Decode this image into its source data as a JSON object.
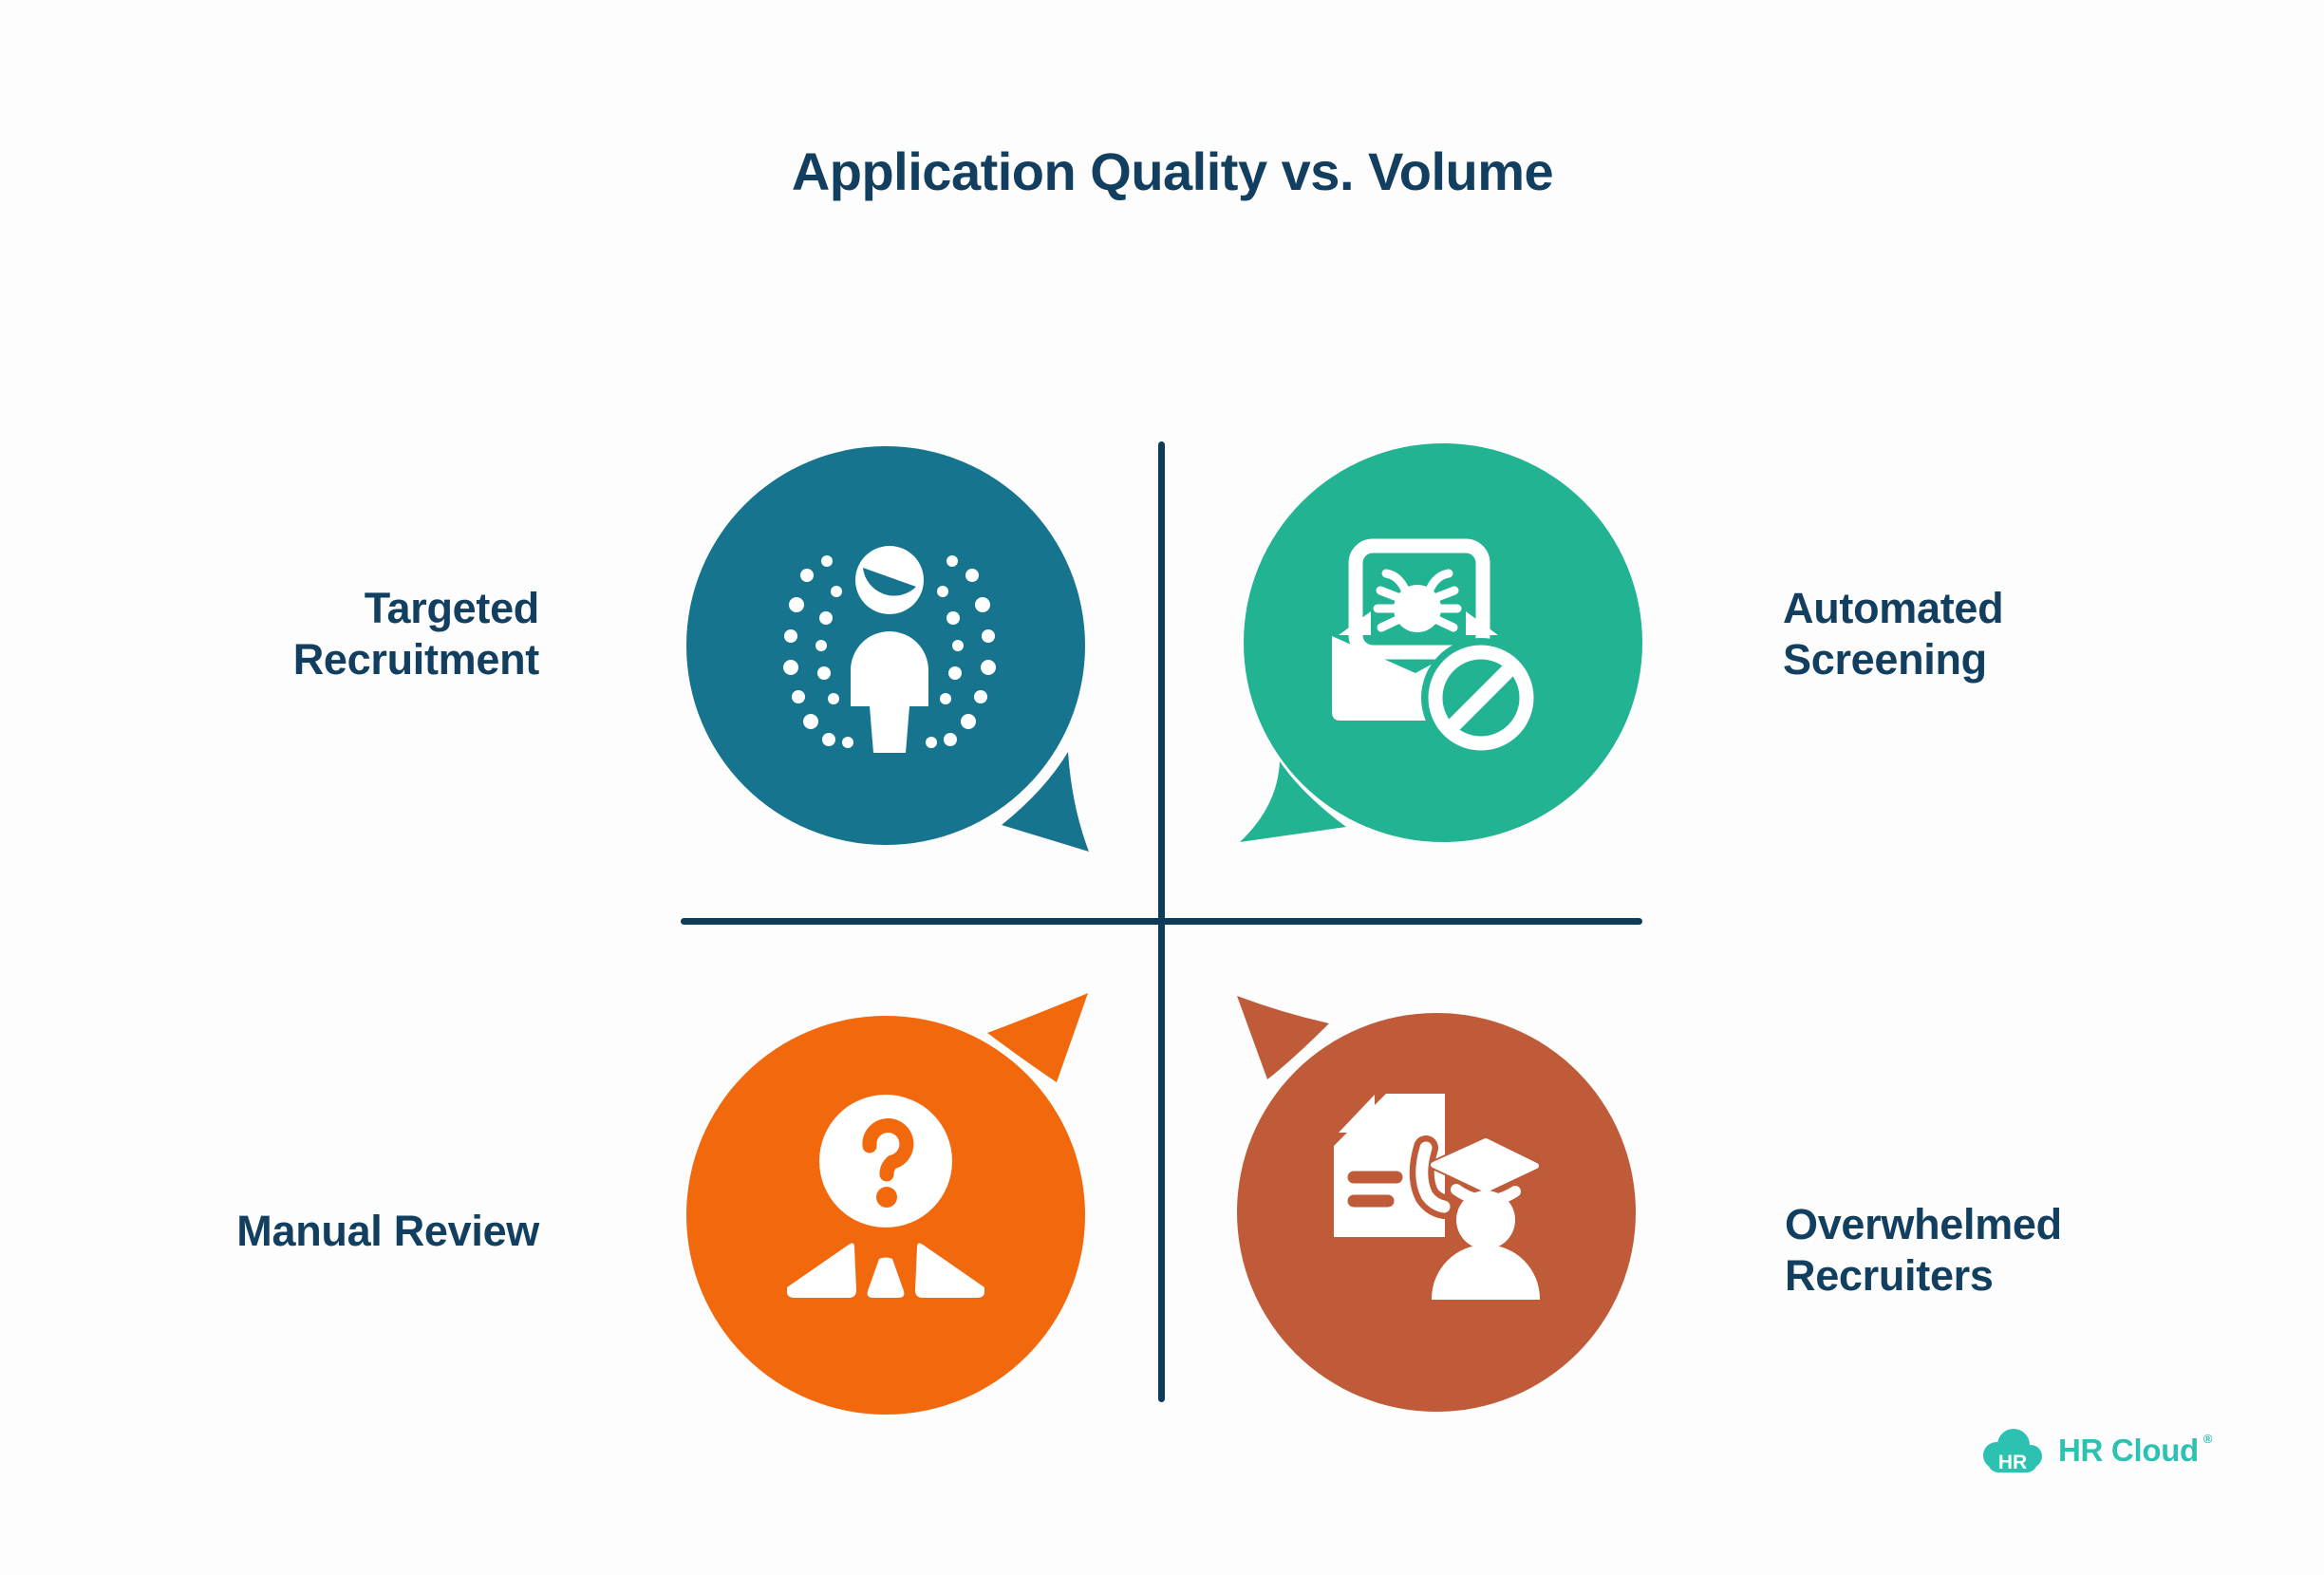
{
  "title": "Application Quality vs. Volume",
  "colors": {
    "navy_text": "#123f5f",
    "axis_navy": "#0d3c59",
    "background": "#fdfdfd",
    "brand_teal": "#2cc1b1"
  },
  "quadrants": [
    {
      "id": "targeted-recruitment",
      "line1": "Targeted",
      "line2": "Recruitment",
      "color": "#17748f",
      "icon": "spotlight-person-icon"
    },
    {
      "id": "automated-screening",
      "line1": "Automated",
      "line2": "Screening",
      "color": "#22b392",
      "icon": "spam-block-inbox-icon"
    },
    {
      "id": "manual-review",
      "line1": "Manual Review",
      "line2": "",
      "color": "#f2690d",
      "icon": "question-person-icon"
    },
    {
      "id": "overwhelmed-recruiters",
      "line1": "Overwhelmed",
      "line2": "Recruiters",
      "color": "#bf5b38",
      "icon": "resume-graduate-icon"
    }
  ],
  "logo": {
    "mark": "HR",
    "text": "HR Cloud",
    "registered": "®"
  }
}
